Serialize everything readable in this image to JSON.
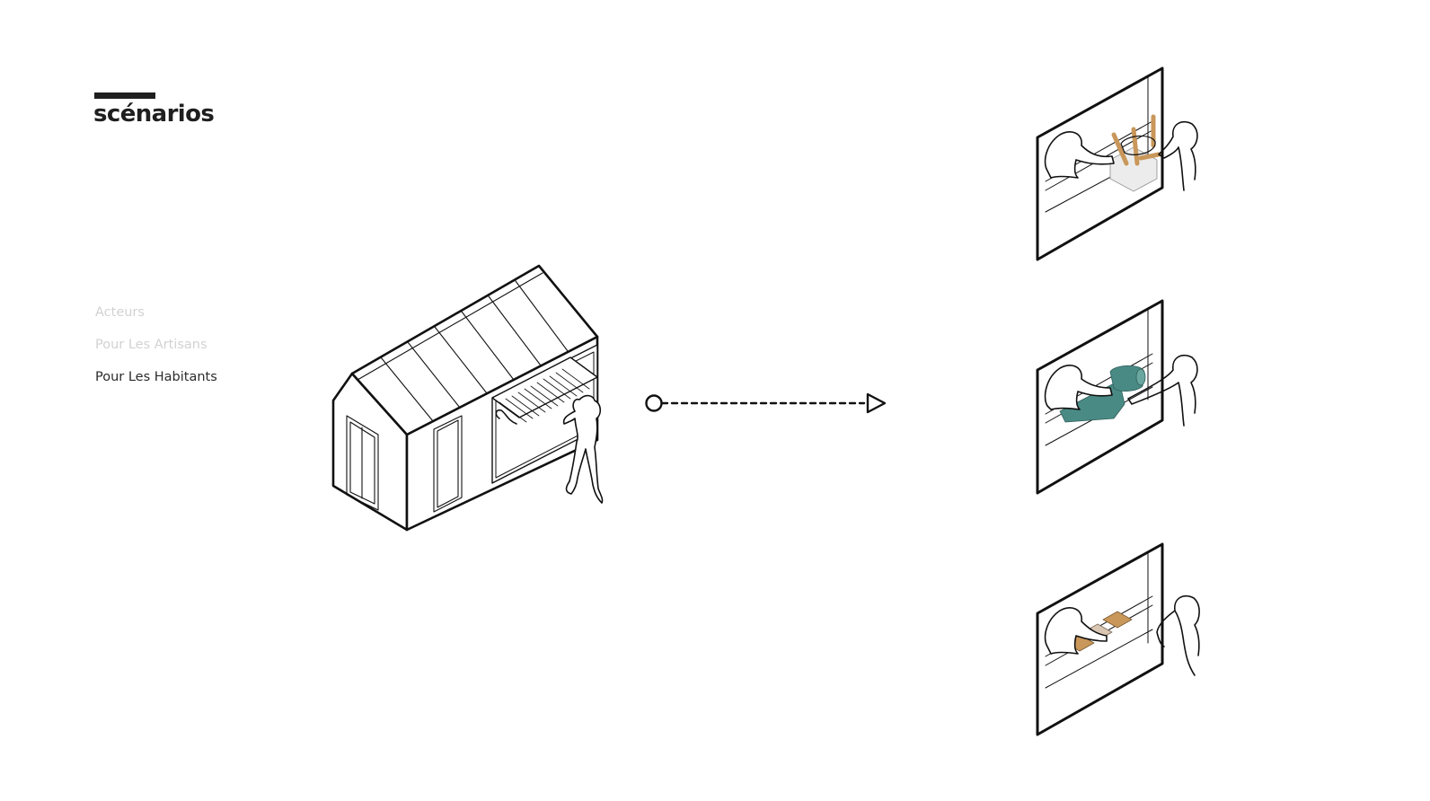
{
  "header": {
    "title": "scénarios"
  },
  "nav": {
    "items": [
      {
        "label": "Acteurs",
        "active": false
      },
      {
        "label": "Pour Les Artisans",
        "active": false
      },
      {
        "label": "Pour Les Habitants",
        "active": true
      }
    ]
  },
  "colors": {
    "text_dark": "#1f1f1f",
    "text_muted": "#d2d2d2",
    "fabric_teal": "#4a8a84",
    "wood": "#c9975a",
    "stroke": "#111111"
  },
  "illustrations": {
    "kiosk": "kiosk-house-icon",
    "arrow": "dashed-arrow-icon",
    "scenarios": [
      "chair-repair-icon",
      "fabric-roll-icon",
      "samples-icon"
    ]
  }
}
